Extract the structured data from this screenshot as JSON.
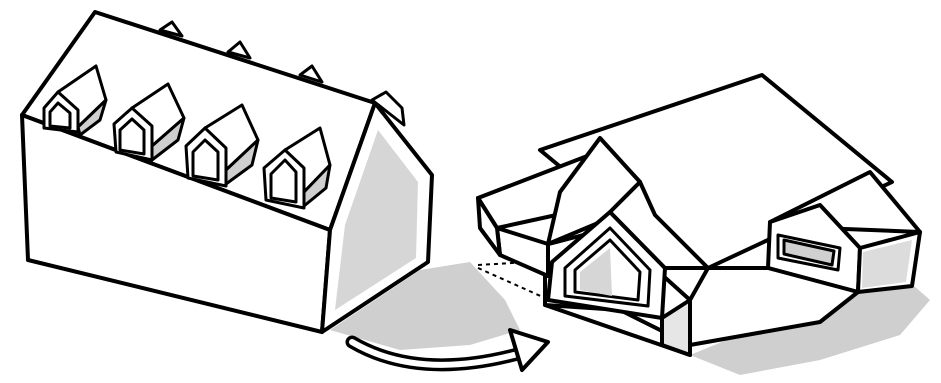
{
  "colors": {
    "ink": "#000000",
    "paper": "#ffffff",
    "shadow": "#c8c8c8",
    "shade": "#d9d9d9"
  },
  "figure": {
    "left_building": "gable-roof-house-with-four-dormers",
    "right_building": "roof-with-large-dormer-and-bay-window",
    "transition": "curved-arrow-left-to-right"
  }
}
